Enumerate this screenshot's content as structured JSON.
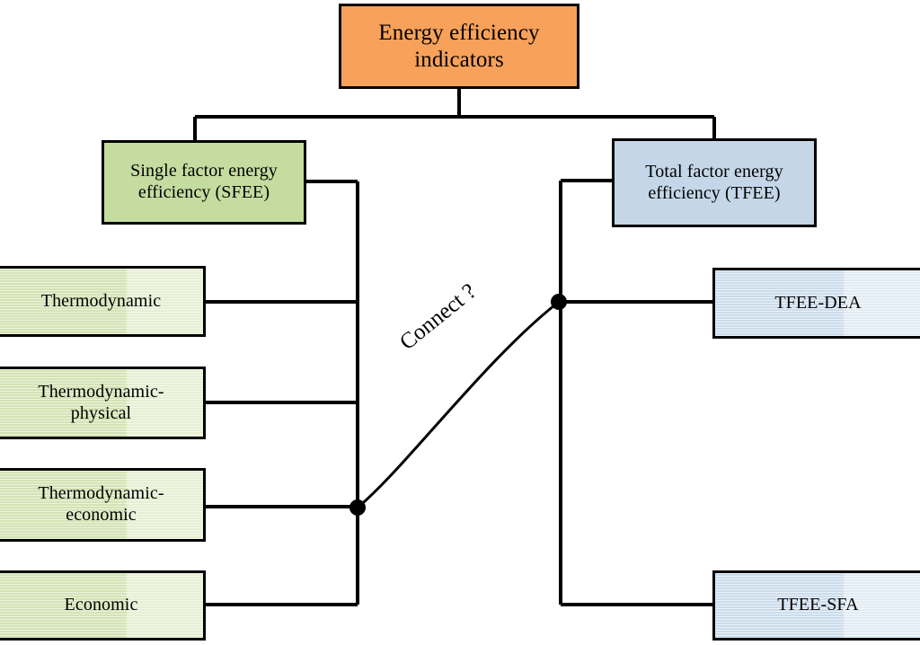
{
  "diagram": {
    "title": "Energy efficiency indicators",
    "root": {
      "id": "root",
      "label": "Energy efficiency\nindicators",
      "color": "#F7A15A"
    },
    "branches": [
      {
        "id": "sfee",
        "label": "Single factor energy\nefficiency (SFEE)",
        "color": "#C5DCA0",
        "side": "left",
        "children": [
          {
            "id": "l0",
            "label": "Thermodynamic"
          },
          {
            "id": "l1",
            "label": "Thermodynamic-\nphysical"
          },
          {
            "id": "l2",
            "label": "Thermodynamic-\neconomic"
          },
          {
            "id": "l3",
            "label": "Economic"
          }
        ]
      },
      {
        "id": "tfee",
        "label": "Total factor energy\nefficiency (TFEE)",
        "color": "#C4D6E7",
        "side": "right",
        "children": [
          {
            "id": "r0",
            "label": "TFEE-DEA"
          },
          {
            "id": "r1",
            "label": "TFEE-SFA"
          }
        ]
      }
    ],
    "cross_link": {
      "label": "Connect ?",
      "from_node": "sfee-bus-junction",
      "to_node": "tfee-bus-junction",
      "style": "curved"
    },
    "colors": {
      "root_fill": "#F7A15A",
      "sfee_fill": "#C5DCA0",
      "tfee_fill": "#C4D6E7",
      "leaf_green_fill": "#D4E3B4",
      "leaf_blue_fill": "#CBDCEC",
      "stroke": "#000000",
      "background": "#FFFFFF"
    }
  }
}
